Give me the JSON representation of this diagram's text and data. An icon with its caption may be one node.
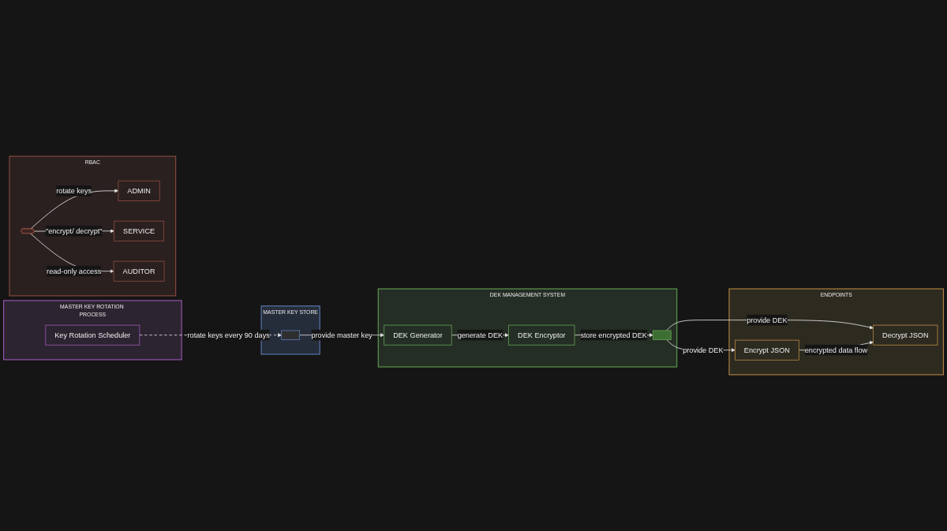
{
  "diagram": {
    "nodes": [
      {
        "text": [
          "DEK MANAGEMENT SYSTEM"
        ]
      },
      {
        "text": [
          "DEK Generator"
        ],
        "in": 0
      },
      {
        "text": [
          "DEK Encryptor"
        ],
        "in": 0
      },
      {
        "text": [],
        "shape": "box",
        "in": 0
      },
      {
        "text": [
          "MASTER KEY STORE"
        ]
      },
      {
        "text": [],
        "shape": "box",
        "in": 4
      },
      {
        "text": [
          "MASTER KEY ROTATION PROCESS"
        ]
      },
      {
        "text": [
          "Key Rotation Scheduler"
        ],
        "in": 6
      },
      {
        "text": [
          "RBAC"
        ]
      },
      {
        "text": [],
        "shape": "hexagon",
        "in": 8
      },
      {
        "text": [
          "ADMIN"
        ],
        "in": 8
      },
      {
        "text": [
          "SERVICE"
        ],
        "in": 8
      },
      {
        "text": [
          "AUDITOR"
        ],
        "in": 8
      },
      {
        "text": [
          "ENDPOINTS"
        ]
      },
      {
        "text": [
          "Encrypt JSON"
        ],
        "in": 13
      },
      {
        "text": [
          "Decrypt JSON"
        ],
        "in": 13
      }
    ],
    "edges": [
      {
        "from": 5,
        "to": 1,
        "arrow": "to",
        "label": "provide master key"
      },
      {
        "from": 1,
        "to": 2,
        "arrow": "to",
        "label": "generate DEK"
      },
      {
        "from": 2,
        "to": 3,
        "arrow": "to",
        "label": "store encrypted DEK"
      },
      {
        "from": 3,
        "to": 14,
        "arrow": "to",
        "label": "provide DEK"
      },
      {
        "from": 3,
        "to": 15,
        "arrow": "to",
        "label": "provide DEK"
      },
      {
        "from": 7,
        "to": 5,
        "arrow": "to",
        "label": "rotate keys every 90 days",
        "style": "dashed"
      },
      {
        "from": 9,
        "to": 10,
        "arrow": "to",
        "label": "rotate keys"
      },
      {
        "from": 9,
        "to": 11,
        "arrow": "to",
        "label": "\"encrypt/ decrypt\""
      },
      {
        "from": 9,
        "to": 12,
        "arrow": "to",
        "label": "read-only access"
      },
      {
        "from": 14,
        "to": 15,
        "arrow": "to",
        "label": "encrypted data flow"
      }
    ]
  }
}
